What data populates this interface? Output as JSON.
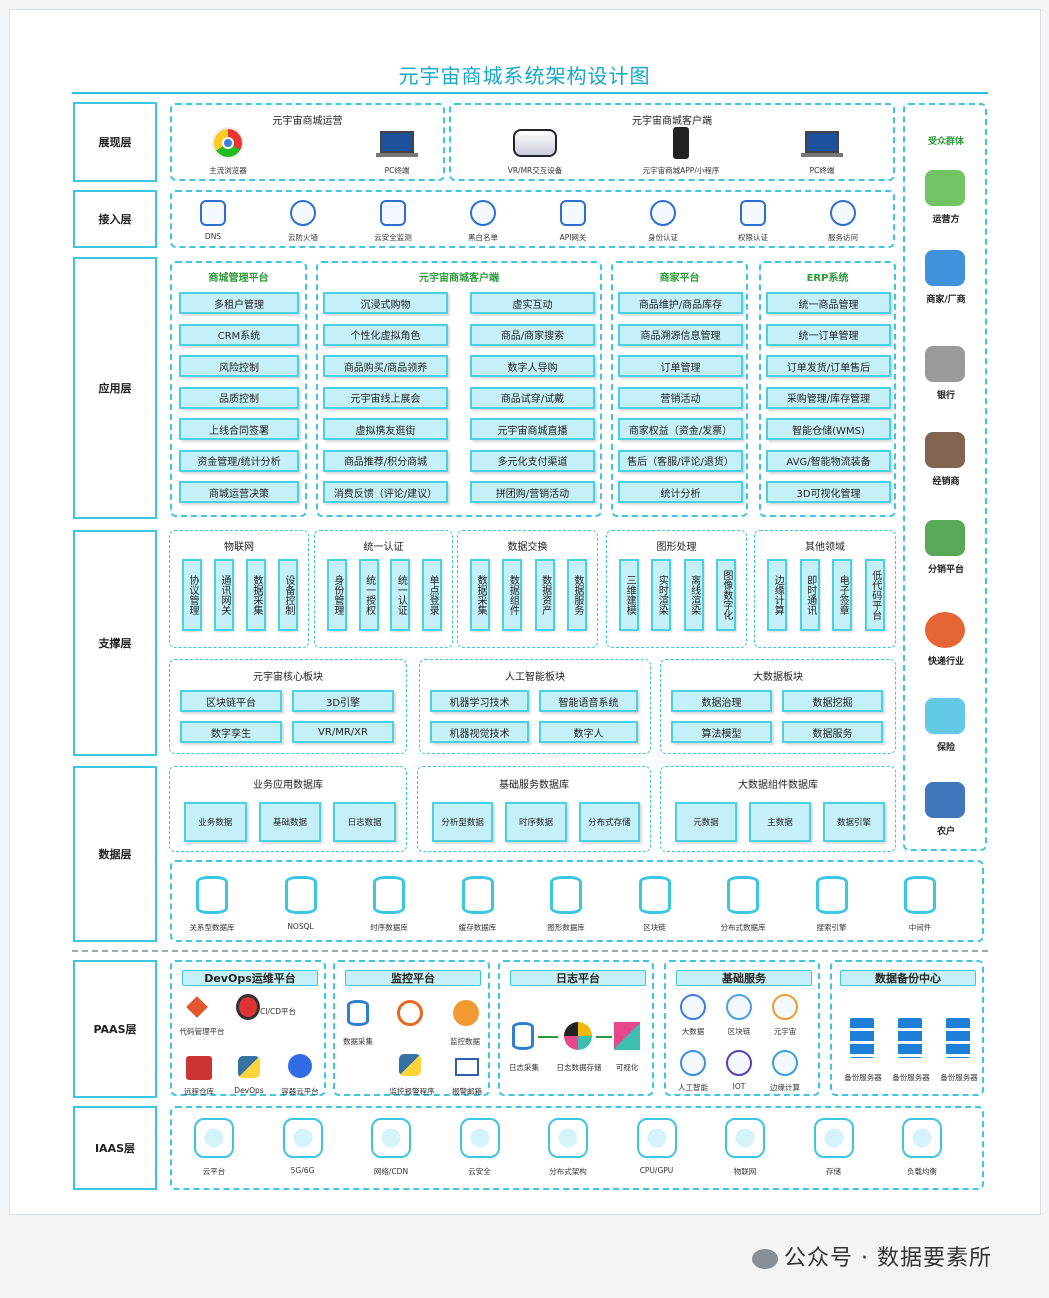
{
  "title": "元宇宙商城系统架构设计图",
  "layers": {
    "presentation": "展现层",
    "access": "接入层",
    "application": "应用层",
    "support": "支撑层",
    "data": "数据层",
    "paas": "PAAS层",
    "iaas": "IAAS层"
  },
  "presentation": {
    "ops_title": "元宇宙商城运营",
    "ops_items": [
      "主流浏览器",
      "PC终端"
    ],
    "client_title": "元宇宙商城客户端",
    "client_items": [
      "VR/MR交互设备",
      "元宇宙商城APP/小程序",
      "PC终端"
    ]
  },
  "access": [
    "DNS",
    "云防火墙",
    "云安全监测",
    "黑白名单",
    "API网关",
    "身份认证",
    "权限认证",
    "服务访问"
  ],
  "application": {
    "mgmt": {
      "title": "商城管理平台",
      "items": [
        "多租户管理",
        "CRM系统",
        "风险控制",
        "品质控制",
        "上线合同签署",
        "资金管理/统计分析",
        "商城运营决策"
      ]
    },
    "client": {
      "title": "元宇宙商城客户端",
      "left": [
        "沉浸式购物",
        "个性化虚拟角色",
        "商品购买/商品领养",
        "元宇宙线上展会",
        "虚拟携友逛街",
        "商品推荐/积分商城",
        "消费反馈（评论/建议）"
      ],
      "right": [
        "虚实互动",
        "商品/商家搜索",
        "数字人导购",
        "商品试穿/试戴",
        "元宇宙商城直播",
        "多元化支付渠道",
        "拼团购/营销活动"
      ]
    },
    "merchant": {
      "title": "商家平台",
      "items": [
        "商品维护/商品库存",
        "商品溯源信息管理",
        "订单管理",
        "营销活动",
        "商家权益（资金/发票）",
        "售后（客服/评论/退货）",
        "统计分析"
      ]
    },
    "erp": {
      "title": "ERP系统",
      "items": [
        "统一商品管理",
        "统一订单管理",
        "订单发货/订单售后",
        "采购管理/库存管理",
        "智能仓储(WMS)",
        "AVG/智能物流装备",
        "3D可视化管理"
      ]
    }
  },
  "support": {
    "groups": [
      {
        "title": "物联网",
        "items": [
          "协议管理",
          "通讯网关",
          "数据采集",
          "设备控制"
        ]
      },
      {
        "title": "统一认证",
        "items": [
          "身份管理",
          "统一授权",
          "统一认证",
          "单点登录"
        ]
      },
      {
        "title": "数据交换",
        "items": [
          "数据采集",
          "数据组件",
          "数据资产",
          "数据服务"
        ]
      },
      {
        "title": "图形处理",
        "items": [
          "三维建模",
          "实时渲染",
          "离线渲染",
          "图像数字化"
        ]
      },
      {
        "title": "其他领域",
        "items": [
          "边缘计算",
          "即时通讯",
          "电子签章",
          "低代码平台"
        ]
      }
    ],
    "blocks": [
      {
        "title": "元宇宙核心板块",
        "items": [
          "区块链平台",
          "3D引擎",
          "数字孪生",
          "VR/MR/XR"
        ]
      },
      {
        "title": "人工智能板块",
        "items": [
          "机器学习技术",
          "智能语音系统",
          "机器视觉技术",
          "数字人"
        ]
      },
      {
        "title": "大数据板块",
        "items": [
          "数据治理",
          "数据挖掘",
          "算法模型",
          "数据服务"
        ]
      }
    ]
  },
  "data": {
    "dbs": [
      {
        "title": "业务应用数据库",
        "items": [
          "业务数据",
          "基础数据",
          "日志数据"
        ]
      },
      {
        "title": "基础服务数据库",
        "items": [
          "分析型数据",
          "时序数据",
          "分布式存储"
        ]
      },
      {
        "title": "大数据组件数据库",
        "items": [
          "元数据",
          "主数据",
          "数据引擎"
        ]
      }
    ],
    "stores": [
      "关系型数据库",
      "NOSQL",
      "时序数据库",
      "缓存数据库",
      "图形数据库",
      "区块链",
      "分布式数据库",
      "搜索引擎",
      "中间件"
    ]
  },
  "paas": {
    "devops": {
      "title": "DevOps运维平台",
      "items": [
        "代码管理平台",
        "CI/CD平台",
        "远程仓库",
        "DevOps",
        "容器云平台"
      ]
    },
    "monitor": {
      "title": "监控平台",
      "items": [
        "数据采集",
        "监控数据",
        "监控报警程序",
        "报警邮箱"
      ]
    },
    "log": {
      "title": "日志平台",
      "items": [
        "日志采集",
        "日志数据存储",
        "可视化"
      ]
    },
    "base": {
      "title": "基础服务",
      "items": [
        "大数据",
        "区块链",
        "元宇宙",
        "人工智能",
        "IOT",
        "边缘计算"
      ]
    },
    "backup": {
      "title": "数据备份中心",
      "items": [
        "备份服务器",
        "备份服务器",
        "备份服务器"
      ]
    }
  },
  "iaas": [
    "云平台",
    "5G/6G",
    "网络/CDN",
    "云安全",
    "分布式架构",
    "CPU/GPU",
    "物联网",
    "存储",
    "负载均衡"
  ],
  "audience": {
    "title": "受众群体",
    "items": [
      "运营方",
      "商家/厂商",
      "银行",
      "经销商",
      "分销平台",
      "快递行业",
      "保险",
      "农户"
    ]
  },
  "footer": "公众号 · 数据要素所",
  "colors": {
    "accent": "#3bc6e2",
    "fill": "#c6f0f7",
    "title": "#13a7c7",
    "green": "#2e9a3a"
  }
}
